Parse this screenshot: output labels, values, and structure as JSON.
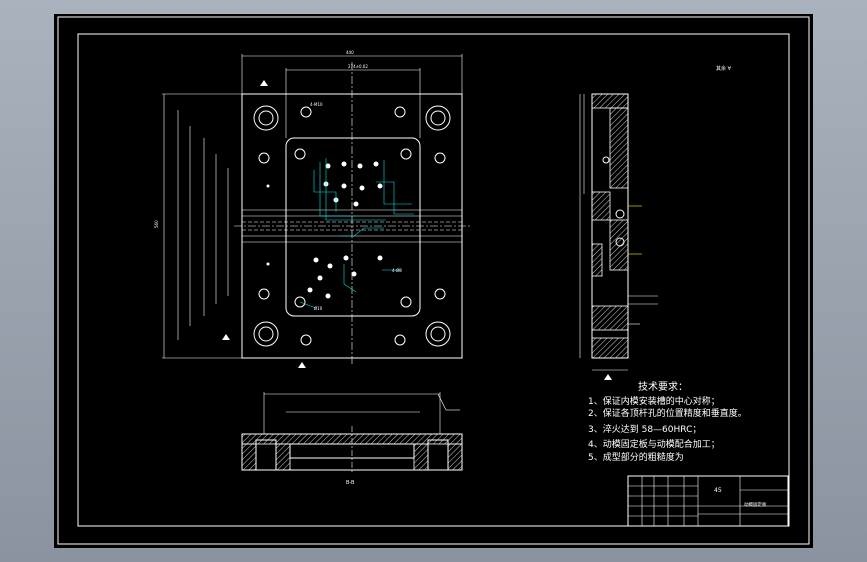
{
  "drawing": {
    "tech_req_title": "技术要求：",
    "tech_req_items": [
      "1、保证内模安装槽的中心对称；",
      "2、保证各顶杆孔的位置精度和垂直度。",
      "3、淬火达到 58—60HRC；",
      "4、动模固定板与动模配合加工；",
      "5、成型部分的粗糙度为"
    ],
    "title_block": {
      "scale": "45",
      "part_name": "动模固定板"
    }
  },
  "colors": {
    "background": "#000000",
    "lines": "#ffffff",
    "accent_cyan": "#00e5e5",
    "accent_yellow": "#ffff00",
    "window_frame": "#9aa3ae"
  }
}
